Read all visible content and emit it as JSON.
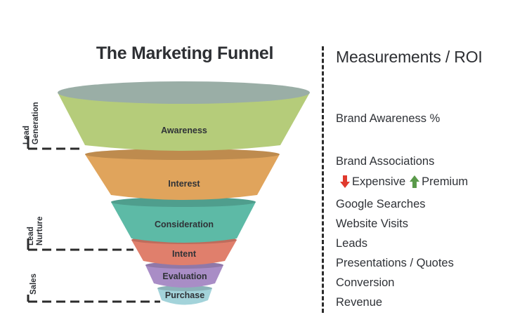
{
  "title": "The Marketing Funnel",
  "roi_title": "Measurements / ROI",
  "colors": {
    "awareness": "#b5cc7a",
    "interest": "#e0a45c",
    "consideration": "#5dbaa6",
    "intent": "#e07f6c",
    "evaluation": "#a98dc6",
    "purchase": "#a3d3da",
    "top_rim": "#9aaea6",
    "arrow_down": "#e03a2e",
    "arrow_up": "#5a9a4a"
  },
  "stages": [
    {
      "label": "Awareness"
    },
    {
      "label": "Interest"
    },
    {
      "label": "Consideration"
    },
    {
      "label": "Intent"
    },
    {
      "label": "Evaluation"
    },
    {
      "label": "Purchase"
    }
  ],
  "side_labels": {
    "lead_generation": [
      "Lead",
      "Generation"
    ],
    "lead_nurture": [
      "Lead",
      "Nurture"
    ],
    "sales": "Sales"
  },
  "measurements": {
    "brand_awareness": "Brand Awareness %",
    "brand_associations": "Brand Associations",
    "expensive": "Expensive",
    "premium": "Premium",
    "google_searches": "Google Searches",
    "website_visits": "Website Visits",
    "leads": "Leads",
    "presentations": "Presentations / Quotes",
    "conversion": "Conversion",
    "revenue": "Revenue"
  }
}
